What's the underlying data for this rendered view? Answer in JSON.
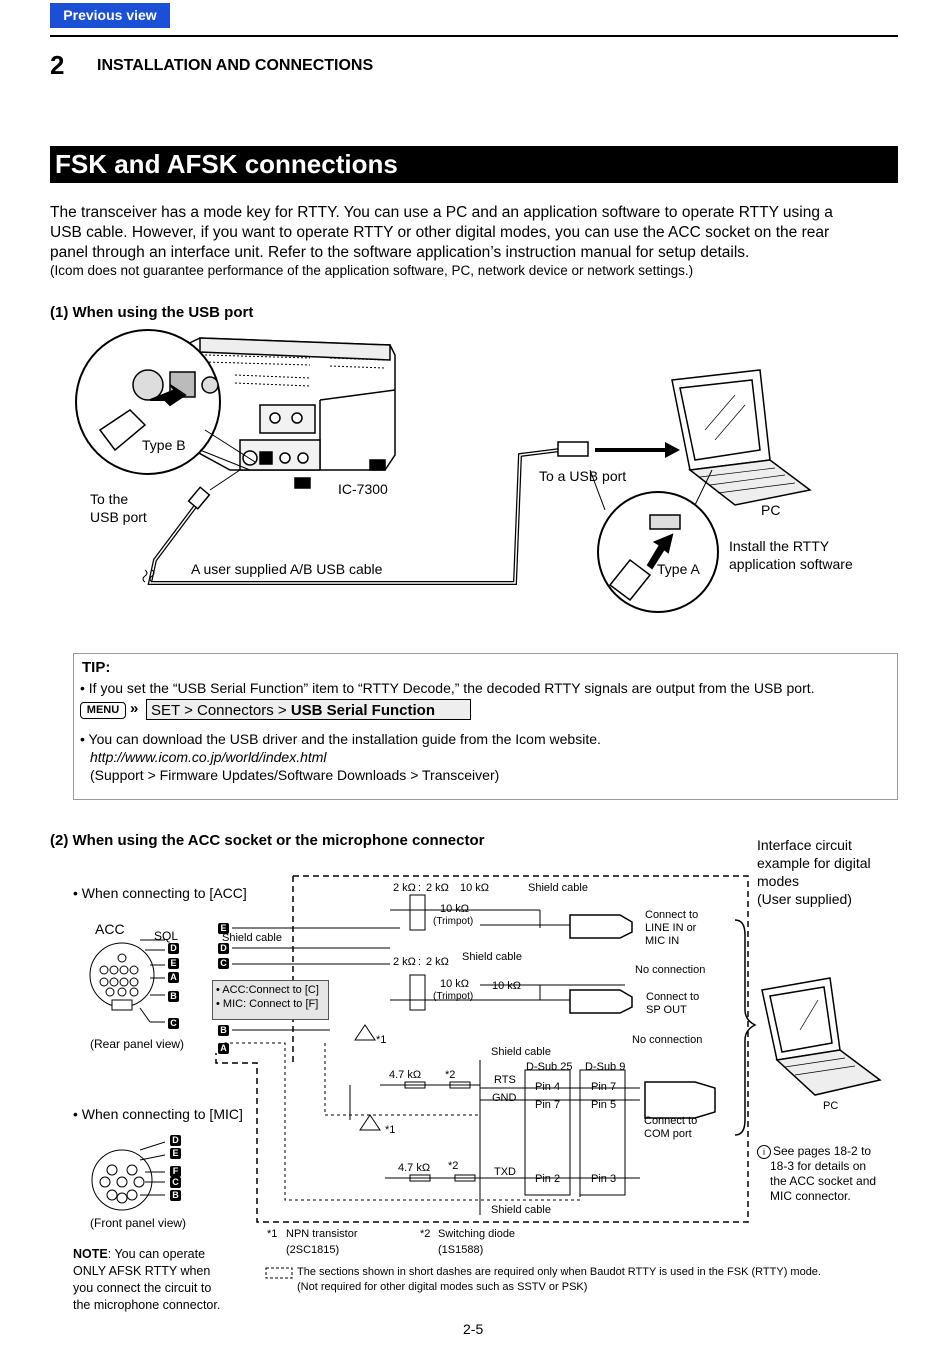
{
  "nav": {
    "previous_view": "Previous view"
  },
  "header": {
    "chapter_number": "2",
    "chapter_title": "INSTALLATION AND CONNECTIONS"
  },
  "section": {
    "title": "FSK and AFSK connections"
  },
  "intro": {
    "line1": "The transceiver has a mode key for RTTY. You can use a PC and an application software to operate RTTY using a",
    "line2": "USB cable. However, if you want to operate RTTY or other digital modes, you can use the ACC socket on the rear",
    "line3": "panel through an interface unit. Refer to the software application’s instruction manual for setup details.",
    "note": "(Icom does not guarantee performance of the application software, PC, network device or network settings.)"
  },
  "usb": {
    "heading": "(1) When using the USB port",
    "type_b": "Type B",
    "to_usb_line1": "To the",
    "to_usb_line2": "USB port",
    "model": "IC-7300",
    "to_a_usb": "To a USB port",
    "pc": "PC",
    "type_a": "Type A",
    "install_line1": "Install the RTTY",
    "install_line2": "application software",
    "cable": "A user supplied A/B USB cable"
  },
  "tip": {
    "title": "TIP:",
    "bullet1": "• If you set the “USB Serial Function” item to “RTTY Decode,” the decoded RTTY signals are output from the USB port.",
    "menu_key": "MENU",
    "arrows": "»",
    "path_prefix": "SET > Connectors > ",
    "path_bold": "USB Serial Function",
    "bullet2": "• You can download the USB driver and the installation guide from the Icom website.",
    "url": "http://www.icom.co.jp/world/index.html",
    "support": "(Support > Firmware Updates/Software Downloads > Transceiver)"
  },
  "acc": {
    "heading": "(2) When using the ACC socket or the microphone connector",
    "interface_line1": "Interface circuit",
    "interface_line2": "example for digital",
    "interface_line3": "modes",
    "interface_line4": "(User supplied)",
    "connecting_acc": "• When connecting to [ACC]",
    "acc_label": "ACC",
    "sql": "SQL",
    "rear_view": "(Rear panel view)",
    "connecting_mic": "• When connecting to [MIC]",
    "front_view": "(Front panel view)",
    "note_bold": "NOTE",
    "note_line1": ": You can operate",
    "note_line2": "ONLY AFSK RTTY when",
    "note_line3": "you connect the circuit to",
    "note_line4": "the microphone connector.",
    "shield_cable": "Shield cable",
    "r_2k_a": "2 kΩ",
    "colon": ":",
    "r_2k_b": "2 kΩ",
    "r_10k": "10 kΩ",
    "r_10k_trim": "10 kΩ",
    "trimpot": "(Trimpot)",
    "connect_line_in1": "Connect to",
    "connect_line_in2": "LINE IN or",
    "connect_line_in3": "MIC IN",
    "no_connection": "No connection",
    "connect_sp_out1": "Connect to",
    "connect_sp_out2": "SP OUT",
    "shade_line1": "• ACC:Connect to [C]",
    "shade_line2": "• MIC: Connect to [F]",
    "star1": "*1",
    "star2": "*2",
    "r_4k7": "4.7 kΩ",
    "rts": "RTS",
    "gnd": "GND",
    "txd": "TXD",
    "dsub25": "D-Sub 25",
    "dsub9": "D-Sub 9",
    "pin4": "Pin 4",
    "pin7": "Pin 7",
    "pin7b": "Pin 7",
    "pin5": "Pin 5",
    "pin2": "Pin 2",
    "pin3": "Pin 3",
    "connect_com1": "Connect to",
    "connect_com2": "COM port",
    "pc": "PC",
    "see_pages1": "See pages 18-2 to",
    "see_pages2": "18-3 for details on",
    "see_pages3": "the ACC socket and",
    "see_pages4": "MIC connector.",
    "fn1_mark": "*1",
    "fn1_line1": "NPN transistor",
    "fn1_line2": "(2SC1815)",
    "fn2_mark": "*2",
    "fn2_line1": "Switching diode",
    "fn2_line2": "(1S1588)",
    "dash_note1": "The sections shown in short dashes are required only when Baudot RTTY is used in the FSK (RTTY) mode.",
    "dash_note2": "(Not required for other digital modes such as SSTV or PSK)",
    "pin_letters": [
      "A",
      "B",
      "C",
      "D",
      "E",
      "F"
    ]
  },
  "footer": {
    "page": "2-5"
  }
}
